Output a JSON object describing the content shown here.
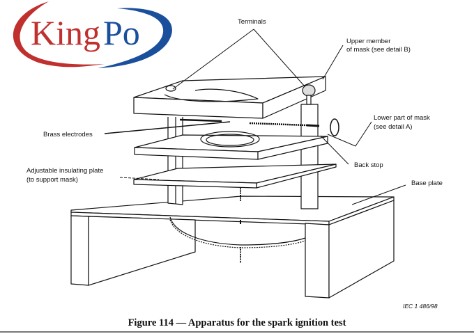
{
  "logo": {
    "text_part1": "King",
    "text_part2": "Po",
    "color_red": "#c0302f",
    "color_blue": "#1a4f9c"
  },
  "labels": {
    "terminals": "Terminals",
    "upper_member_line1": "Upper member",
    "upper_member_line2": "of mask (see detail B)",
    "lower_part_line1": "Lower part of mask",
    "lower_part_line2": "(see detail A)",
    "brass_electrodes": "Brass electrodes",
    "back_stop": "Back stop",
    "adjustable_plate_line1": "Adjustable insulating plate",
    "adjustable_plate_line2": "(to support mask)",
    "base_plate": "Base plate"
  },
  "reference": "IEC   1 486/98",
  "caption": "Figure 114 — Apparatus for the spark ignition test"
}
